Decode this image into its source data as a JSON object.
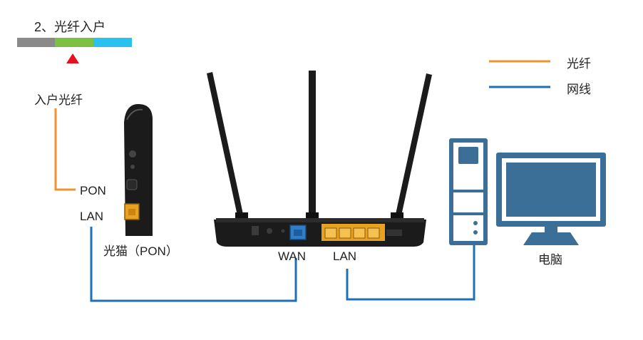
{
  "step": {
    "title": "2、光纤入户",
    "segment_colors": [
      "#8a8a8a",
      "#7dc142",
      "#29c1ee"
    ],
    "active_segment": 1,
    "marker_color": "#e8101a"
  },
  "legend": {
    "items": [
      {
        "label": "光纤",
        "color": "#f0922d"
      },
      {
        "label": "网线",
        "color": "#1f6fb6"
      }
    ]
  },
  "labels": {
    "incoming_fiber": "入户光纤",
    "modem_pon": "PON",
    "modem_lan": "LAN",
    "modem_name": "光猫（PON）",
    "router_wan": "WAN",
    "router_lan": "LAN",
    "computer": "电脑"
  },
  "colors": {
    "fiber": "#f0922d",
    "cable": "#1f6fb6",
    "device_dark": "#1b1b1b",
    "computer_blue": "#3c6f97",
    "port_yellow": "#e9a21f",
    "wan_port": "#2f7fc8"
  }
}
